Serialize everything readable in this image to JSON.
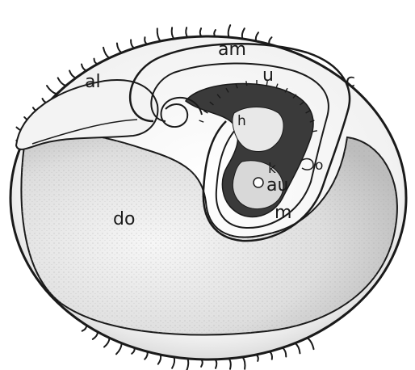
{
  "figure": {
    "labels": {
      "al": "al",
      "am": "am",
      "u": "u",
      "c": "c",
      "h": "h",
      "k": "k",
      "o": "o",
      "au": "au",
      "m": "m",
      "do": "do"
    },
    "colors": {
      "ink": "#1a1a1a",
      "paper": "#ffffff",
      "stipple": "#bdbdbd",
      "dark": "#3a3a3a"
    }
  }
}
